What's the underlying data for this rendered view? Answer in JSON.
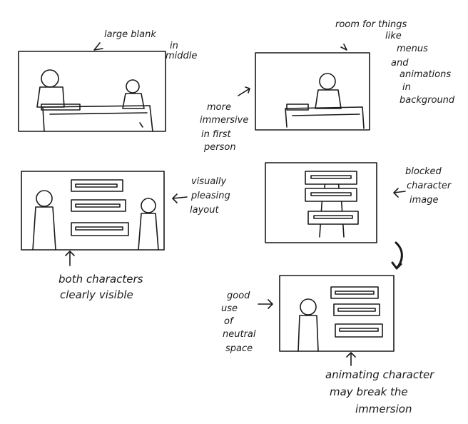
{
  "notes": {
    "large_blank": [
      "large blank",
      "in",
      "middle"
    ],
    "room_for_things": [
      "room for things",
      "like",
      "menus",
      "and",
      "animations",
      "in",
      "background"
    ],
    "more_immersive": [
      "more",
      "immersive",
      "in first",
      "person"
    ],
    "visually_pleasing": [
      "visually",
      "pleasing",
      "layout"
    ],
    "both_characters": [
      "both characters",
      "clearly visible"
    ],
    "blocked_character": [
      "blocked",
      "character",
      "image"
    ],
    "good_use": [
      "good",
      "use",
      "of",
      "neutral",
      "space"
    ],
    "animating_character": [
      "animating character",
      "may break the",
      "immersion"
    ]
  }
}
